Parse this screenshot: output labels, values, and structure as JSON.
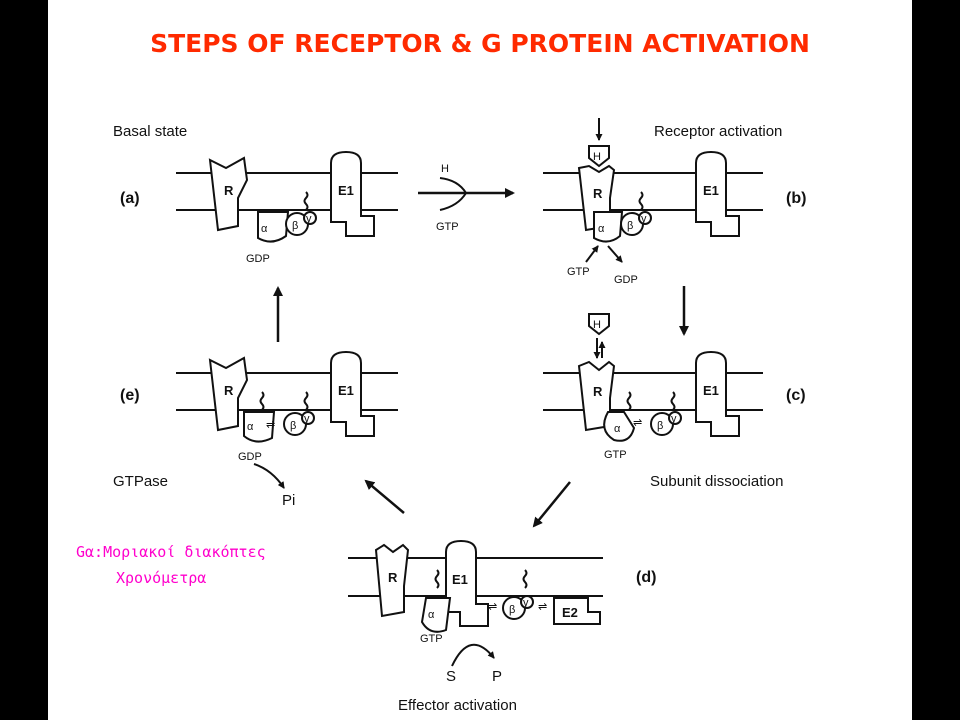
{
  "slide": {
    "title": "STEPS OF RECEPTOR & G PROTEIN ACTIVATION",
    "title_color": "#ff2a00",
    "note_line1": "Gα:Μοριακοί διακόπτες",
    "note_line2": "Χρονόμετρα",
    "note_color": "#ff00cc"
  },
  "diagram": {
    "states": {
      "basal": "Basal state",
      "receptor_activation": "Receptor activation",
      "subunit_dissociation": "Subunit dissociation",
      "effector_activation": "Effector activation",
      "gtpase": "GTPase"
    },
    "panels": {
      "a": "(a)",
      "b": "(b)",
      "c": "(c)",
      "d": "(d)",
      "e": "(e)"
    },
    "molecules": {
      "hormone": "H",
      "gtp": "GTP",
      "gdp": "GDP",
      "receptor": "R",
      "effector1": "E1",
      "effector2": "E2",
      "alpha": "α",
      "beta": "β",
      "gamma": "γ",
      "substrate": "S",
      "product": "P",
      "phosphate": "Pi"
    }
  }
}
